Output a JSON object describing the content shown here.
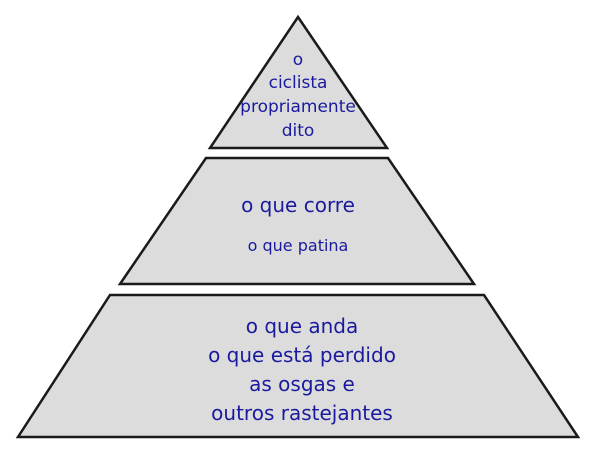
{
  "colors": {
    "fill": "#dcdcdc",
    "stroke": "#1a1a1a",
    "text": "#1a1a9e"
  },
  "pyramid": {
    "top": {
      "lines": [
        "o",
        "ciclista",
        "propriamente",
        "dito"
      ]
    },
    "middle": {
      "line1": "o que corre",
      "line2": "o que patina"
    },
    "bottom": {
      "lines": [
        "o que anda",
        "o que está perdido",
        "as osgas e",
        "outros rastejantes"
      ]
    }
  }
}
